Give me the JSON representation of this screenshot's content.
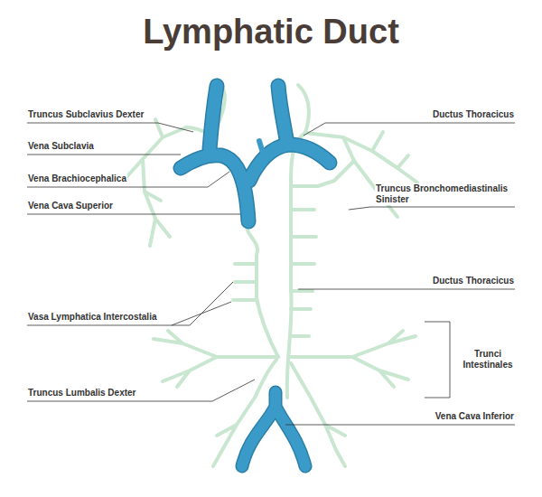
{
  "diagram": {
    "title": "Lymphatic Duct",
    "labels": [
      "Truncus Subclavius Dexter",
      "Vena Subclavia",
      "Vena Brachiocephalica",
      "Vena Cava Superior",
      "Vasa Lymphatica Intercostalia",
      "Truncus Lumbalis Dexter",
      "Ductus Thoracicus",
      "Truncus Bronchomediastinalis Sinister",
      "Ductus Thoracicus",
      "Trunci Intestinales",
      "Vena Cava Inferior"
    ]
  }
}
